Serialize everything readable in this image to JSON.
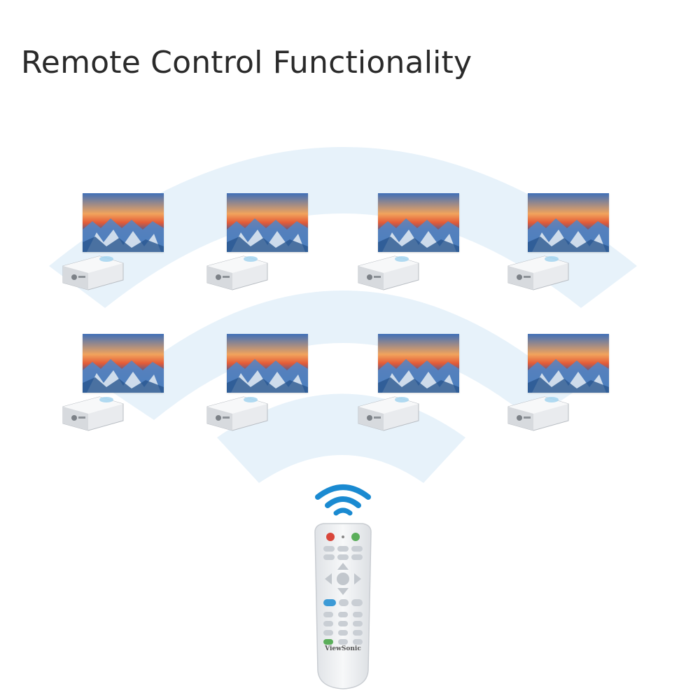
{
  "title": "Remote Control Functionality",
  "colors": {
    "wave_light": "#e6f2fa",
    "signal_blue": "#1a8ad1",
    "remote_body": "#f2f3f5",
    "power_red": "#d9463b",
    "power_green": "#5aae5a",
    "input_blue": "#3c9ad6"
  },
  "icons": {
    "signal": "wifi-signal-icon",
    "device": "projector-icon",
    "screen": "projection-screen-icon",
    "remote": "remote-control-icon"
  },
  "rows_of_projectors": 2,
  "projectors_per_row": 4,
  "remote": {
    "brand_logo": "ViewSonic"
  }
}
